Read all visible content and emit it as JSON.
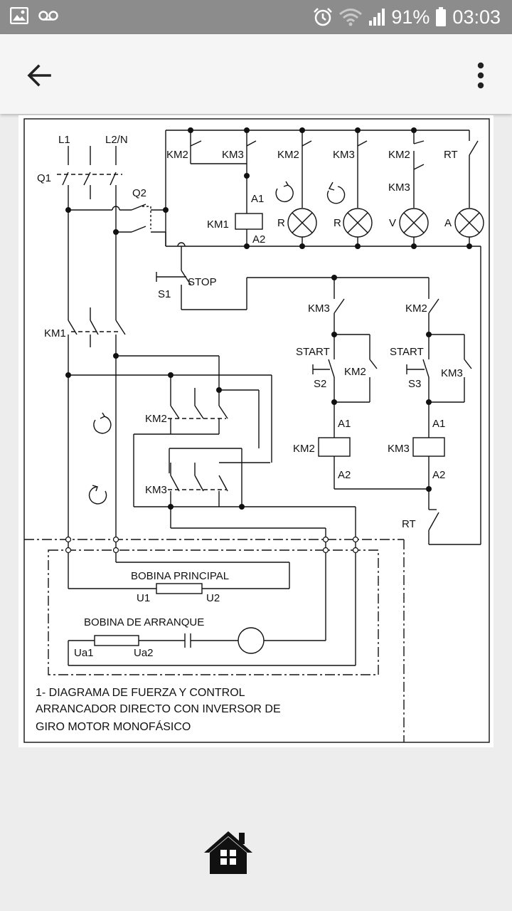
{
  "status_bar": {
    "battery": "91%",
    "time": "03:03",
    "icons": [
      "image-icon",
      "voicemail-icon",
      "alarm-icon",
      "wifi-icon",
      "signal-icon",
      "battery-icon"
    ]
  },
  "app_bar": {
    "back_icon": "arrow-back-icon",
    "menu_icon": "more-vert-icon"
  },
  "diagram": {
    "labels": {
      "L1": "L1",
      "L2N": "L2/N",
      "Q1": "Q1",
      "Q2": "Q2",
      "KM1": "KM1",
      "KM2": "KM2",
      "KM3": "KM3",
      "RT": "RT",
      "A1": "A1",
      "A2": "A2",
      "R": "R",
      "V": "V",
      "A": "A",
      "STOP": "STOP",
      "S1": "S1",
      "START": "START",
      "S2": "S2",
      "S3": "S3",
      "bobina_principal": "BOBINA PRINCIPAL",
      "U1": "U1",
      "U2": "U2",
      "bobina_arranque": "BOBINA DE ARRANQUE",
      "Ua1": "Ua1",
      "Ua2": "Ua2"
    },
    "caption": [
      "1- DIAGRAMA DE FUERZA Y CONTROL",
      "ARRANCADOR DIRECTO CON INVERSOR DE",
      "GIRO MOTOR MONOFÁSICO"
    ]
  },
  "bottom": {
    "home_icon": "home-icon"
  }
}
